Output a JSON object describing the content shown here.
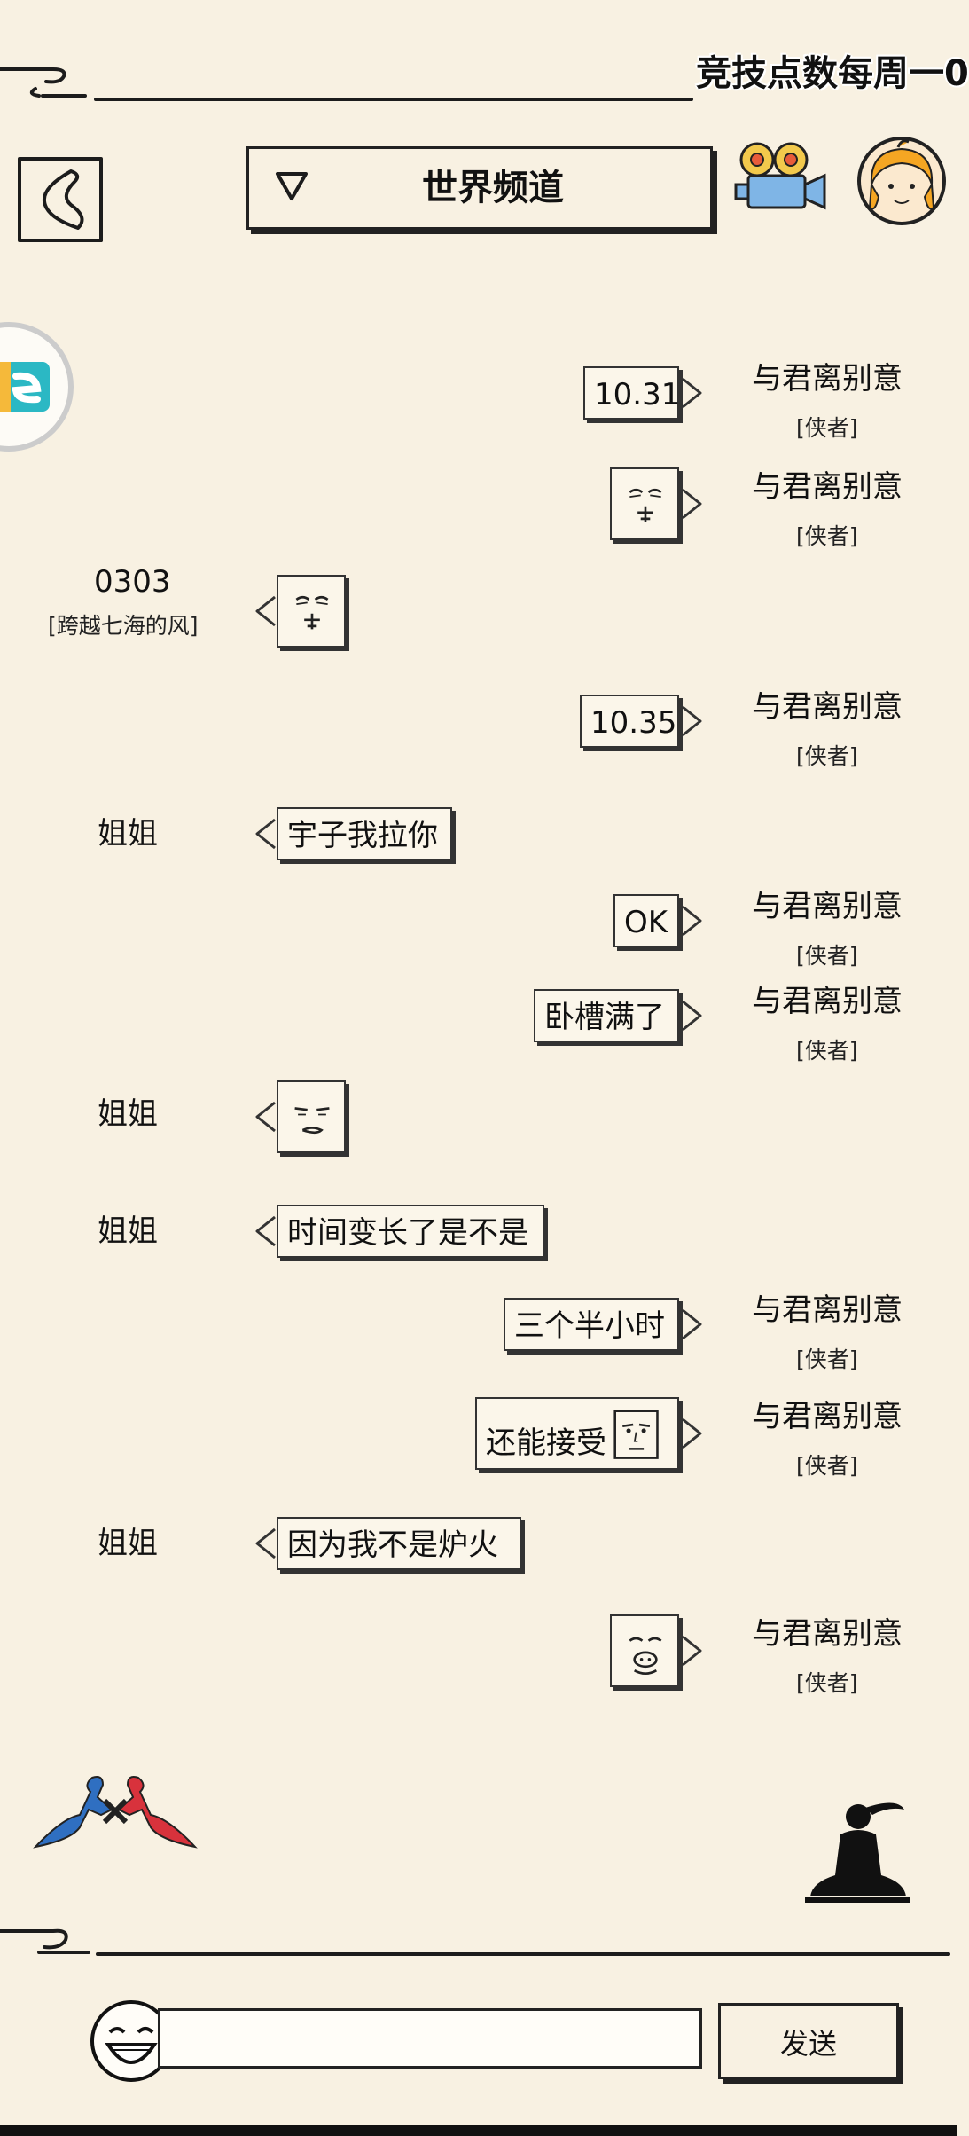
{
  "header": {
    "marquee_text": "竞技点数每周一0",
    "channel_title": "世界频道"
  },
  "messages": [
    {
      "side": "right",
      "name": "与君离别意",
      "rank": "[侠者]",
      "text": "10.31",
      "sticker": ""
    },
    {
      "side": "right",
      "name": "与君离别意",
      "rank": "[侠者]",
      "text": "",
      "sticker": "sleepy-face-sticker"
    },
    {
      "side": "left",
      "name": "0303",
      "rank": "[跨越七海的风]",
      "text": "",
      "sticker": "sleepy-face-sticker"
    },
    {
      "side": "right",
      "name": "与君离别意",
      "rank": "[侠者]",
      "text": "10.35",
      "sticker": ""
    },
    {
      "side": "left",
      "name": "姐姐",
      "rank": "",
      "text": "宇子我拉你",
      "sticker": ""
    },
    {
      "side": "right",
      "name": "与君离别意",
      "rank": "[侠者]",
      "text": "OK",
      "sticker": ""
    },
    {
      "side": "right",
      "name": "与君离别意",
      "rank": "[侠者]",
      "text": "卧槽满了",
      "sticker": ""
    },
    {
      "side": "left",
      "name": "姐姐",
      "rank": "",
      "text": "",
      "sticker": "smug-face-sticker"
    },
    {
      "side": "left",
      "name": "姐姐",
      "rank": "",
      "text": "时间变长了是不是",
      "sticker": ""
    },
    {
      "side": "right",
      "name": "与君离别意",
      "rank": "[侠者]",
      "text": "三个半小时",
      "sticker": ""
    },
    {
      "side": "right",
      "name": "与君离别意",
      "rank": "[侠者]",
      "text": "还能接受",
      "sticker": "serious-face-emoji"
    },
    {
      "side": "left",
      "name": "姐姐",
      "rank": "",
      "text": "因为我不是炉火",
      "sticker": ""
    },
    {
      "side": "right",
      "name": "与君离别意",
      "rank": "[侠者]",
      "text": "",
      "sticker": "pig-face-sticker"
    }
  ],
  "composer": {
    "input_value": "",
    "send_label": "发送"
  }
}
